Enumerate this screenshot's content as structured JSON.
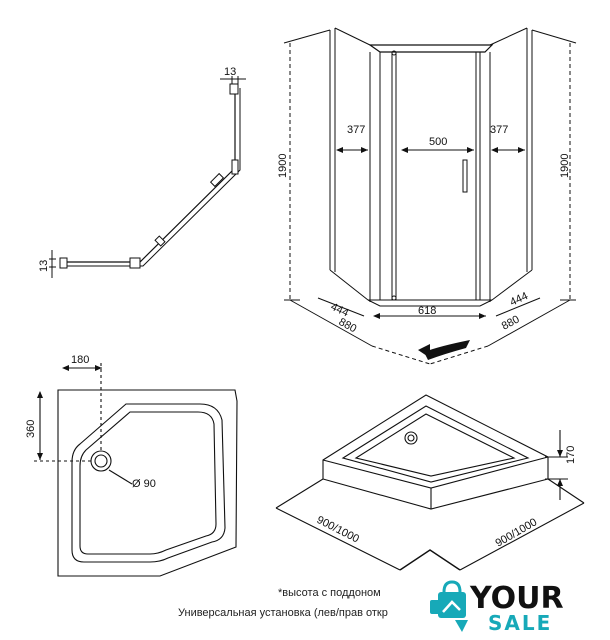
{
  "profile_view": {
    "top_thickness": "13",
    "bottom_thickness": "13"
  },
  "cabin_view": {
    "height_left": "1900",
    "height_right": "1900",
    "side_left": "377",
    "door_width": "500",
    "side_right": "377",
    "depth_left": "444",
    "depth_right": "444",
    "front_width": "618",
    "overall_left": "880",
    "overall_right": "880"
  },
  "tray_plan": {
    "drain_offset_x": "180",
    "drain_offset_y": "360",
    "drain_diameter": "Ø 90"
  },
  "tray_iso": {
    "height": "170",
    "size_left": "900/1000",
    "size_right": "900/1000"
  },
  "notes": {
    "line1": "*высота с поддоном",
    "line2": "Универсальная установка (лев/прав откр"
  },
  "logo": {
    "word1": "YOUR",
    "word2": "SALE",
    "accent_color": "#17a9b8"
  }
}
